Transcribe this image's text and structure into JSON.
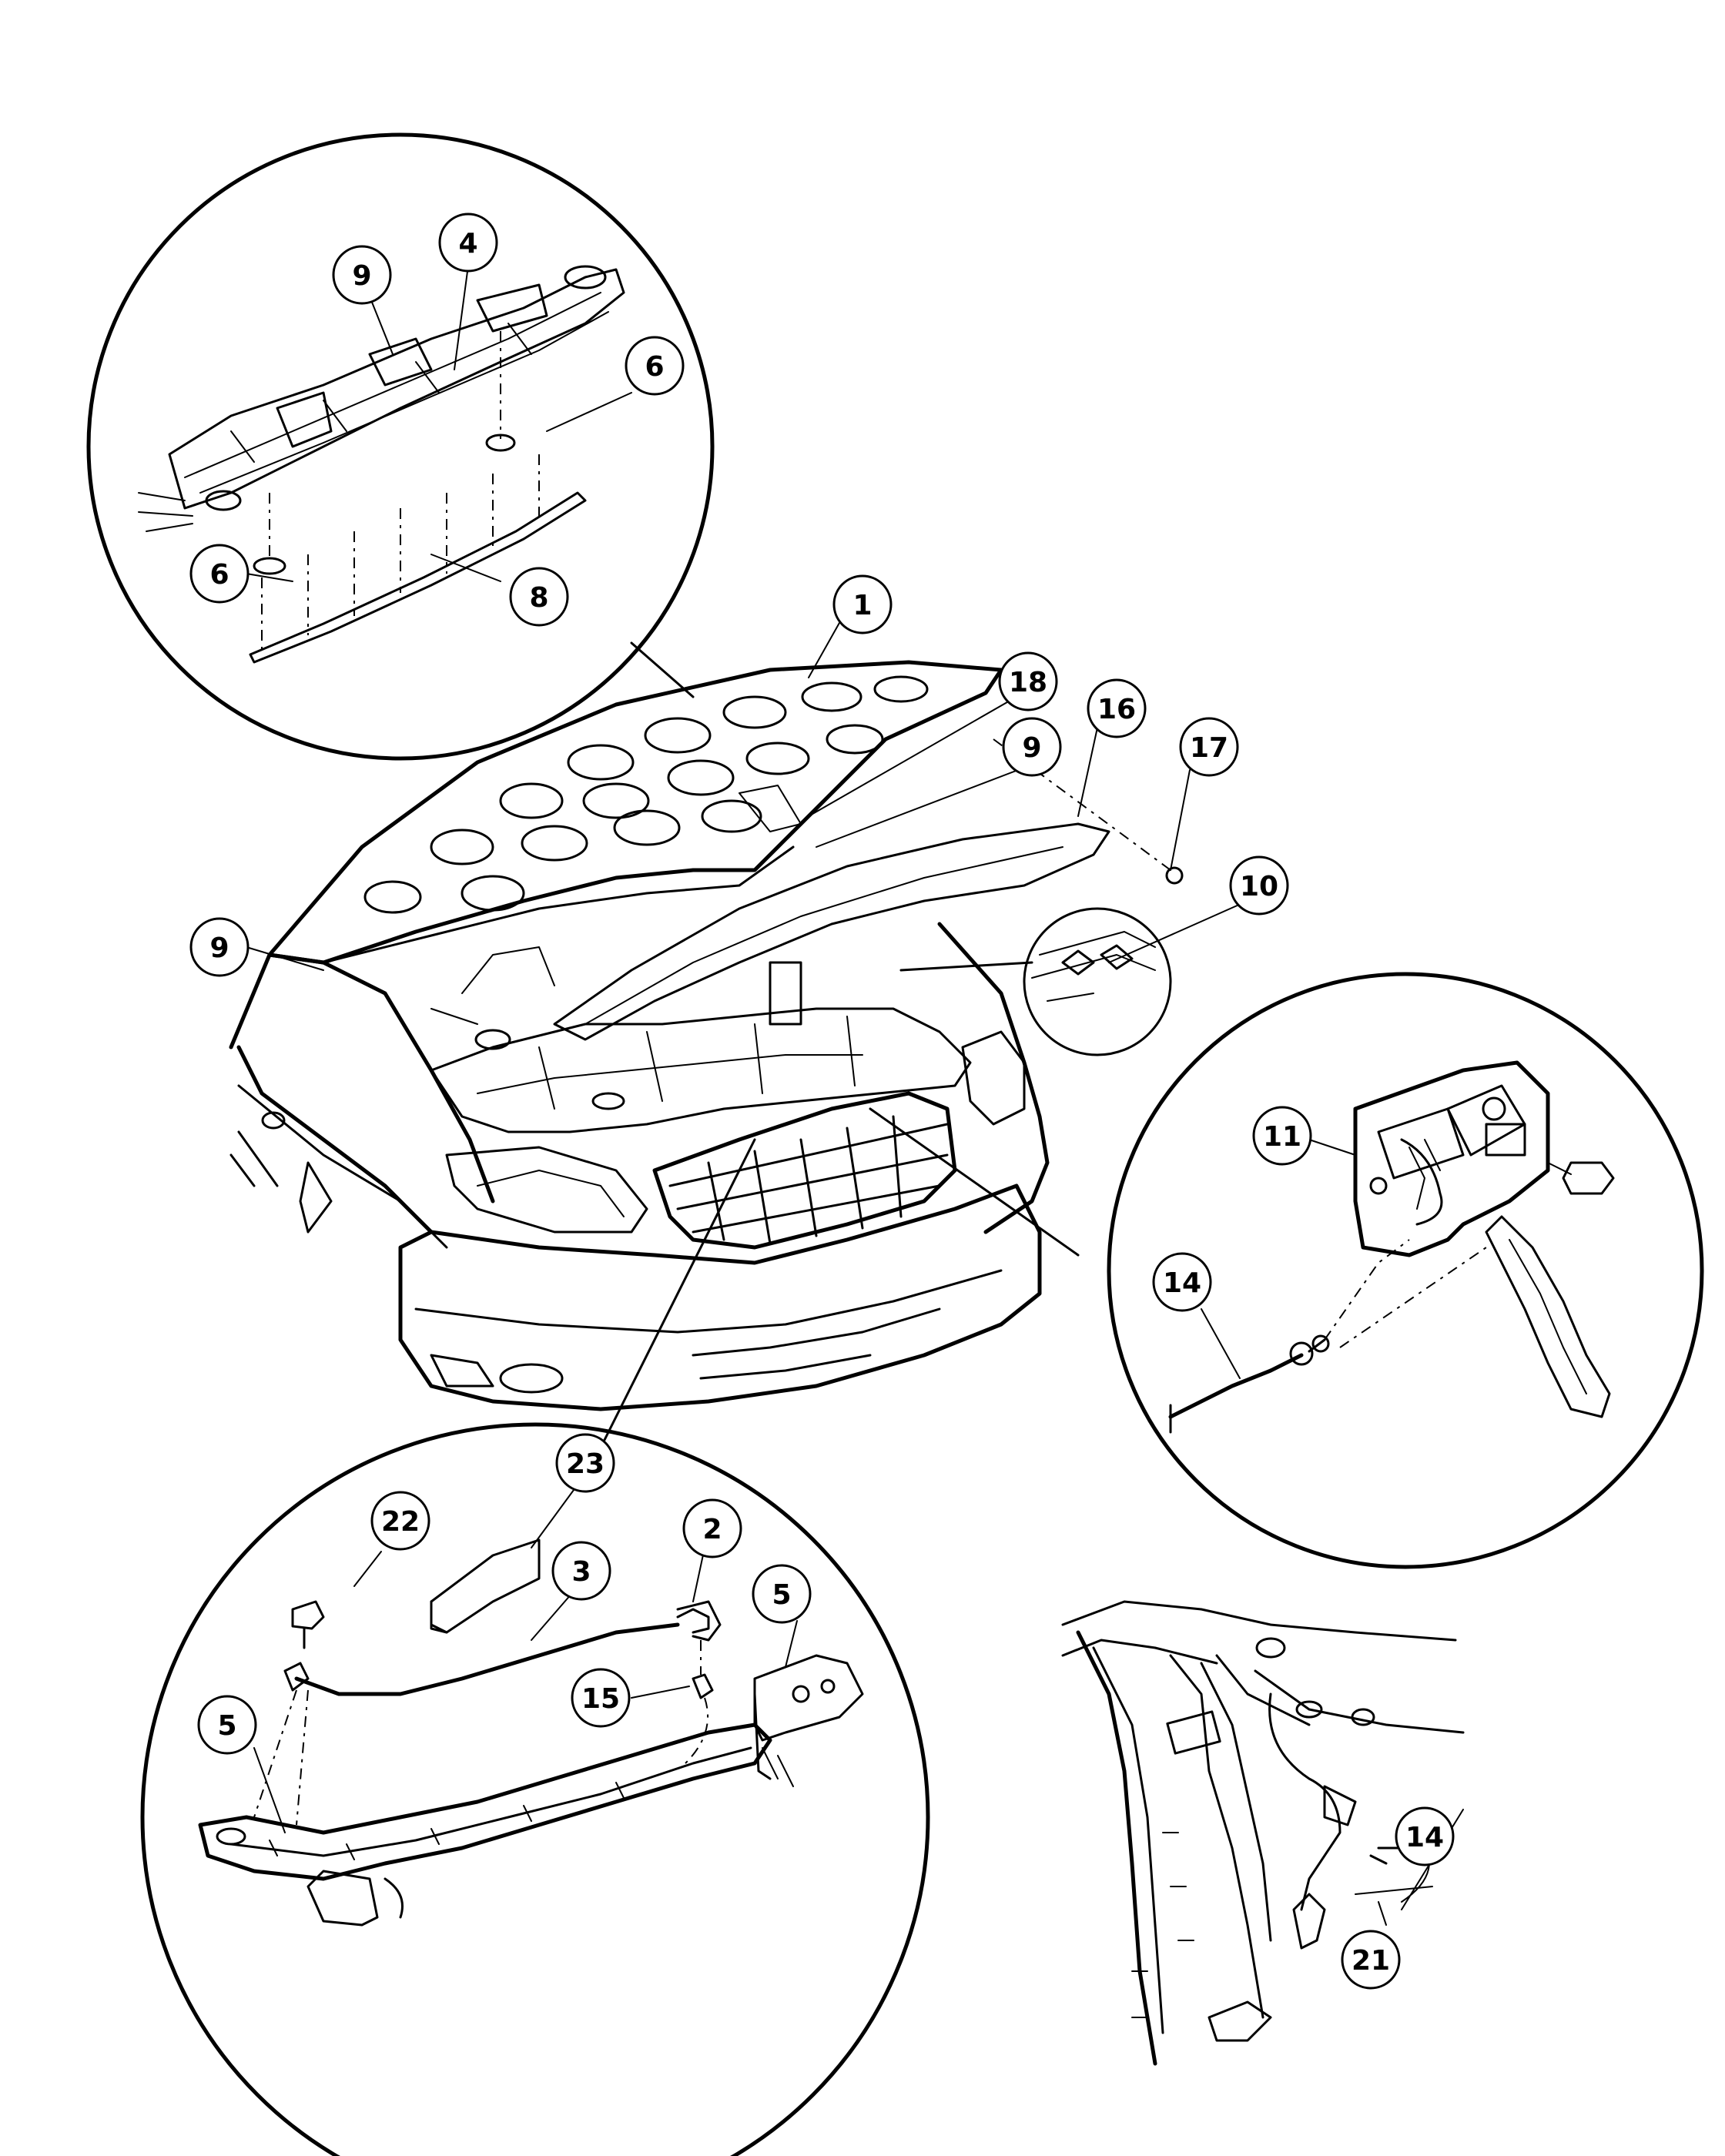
{
  "callouts": [
    {
      "id": "c-9-a",
      "label": "9"
    },
    {
      "id": "c-4",
      "label": "4"
    },
    {
      "id": "c-6-a",
      "label": "6"
    },
    {
      "id": "c-6-b",
      "label": "6"
    },
    {
      "id": "c-8",
      "label": "8"
    },
    {
      "id": "c-1",
      "label": "1"
    },
    {
      "id": "c-18",
      "label": "18"
    },
    {
      "id": "c-9-b",
      "label": "9"
    },
    {
      "id": "c-16",
      "label": "16"
    },
    {
      "id": "c-17",
      "label": "17"
    },
    {
      "id": "c-10",
      "label": "10"
    },
    {
      "id": "c-9-c",
      "label": "9"
    },
    {
      "id": "c-11",
      "label": "11"
    },
    {
      "id": "c-14-a",
      "label": "14"
    },
    {
      "id": "c-23",
      "label": "23"
    },
    {
      "id": "c-22",
      "label": "22"
    },
    {
      "id": "c-2",
      "label": "2"
    },
    {
      "id": "c-3",
      "label": "3"
    },
    {
      "id": "c-5-a",
      "label": "5"
    },
    {
      "id": "c-15",
      "label": "15"
    },
    {
      "id": "c-5-b",
      "label": "5"
    },
    {
      "id": "c-14-b",
      "label": "14"
    },
    {
      "id": "c-21",
      "label": "21"
    }
  ]
}
